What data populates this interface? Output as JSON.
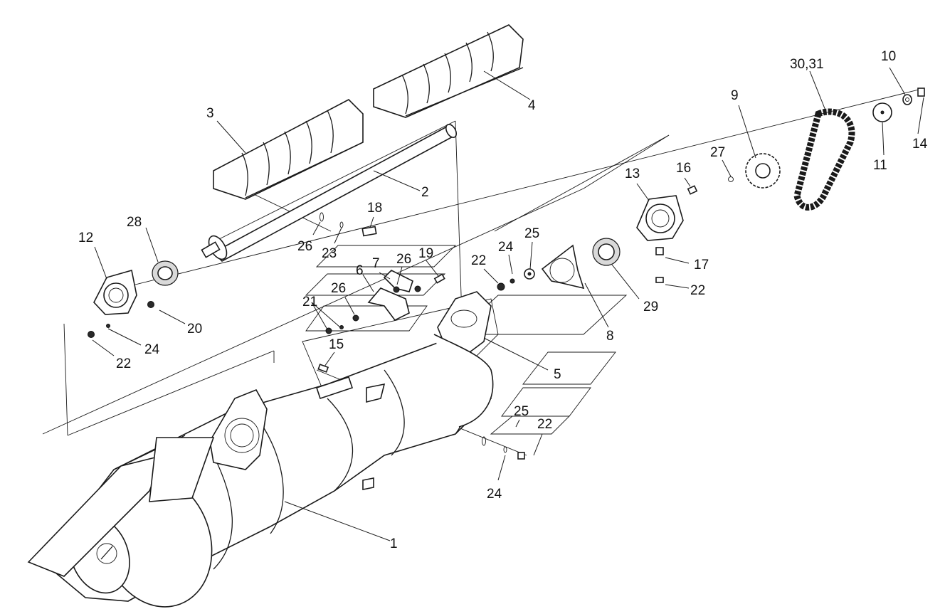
{
  "callouts": [
    {
      "id": "c1",
      "text": "1"
    },
    {
      "id": "c2",
      "text": "2"
    },
    {
      "id": "c3",
      "text": "3"
    },
    {
      "id": "c4",
      "text": "4"
    },
    {
      "id": "c5",
      "text": "5"
    },
    {
      "id": "c6",
      "text": "6"
    },
    {
      "id": "c7",
      "text": "7"
    },
    {
      "id": "c8",
      "text": "8"
    },
    {
      "id": "c9",
      "text": "9"
    },
    {
      "id": "c10",
      "text": "10"
    },
    {
      "id": "c11",
      "text": "11"
    },
    {
      "id": "c12",
      "text": "12"
    },
    {
      "id": "c13",
      "text": "13"
    },
    {
      "id": "c14",
      "text": "14"
    },
    {
      "id": "c15",
      "text": "15"
    },
    {
      "id": "c16",
      "text": "16"
    },
    {
      "id": "c17",
      "text": "17"
    },
    {
      "id": "c18",
      "text": "18"
    },
    {
      "id": "c19",
      "text": "19"
    },
    {
      "id": "c20",
      "text": "20"
    },
    {
      "id": "c21",
      "text": "21"
    },
    {
      "id": "c22a",
      "text": "22"
    },
    {
      "id": "c22b",
      "text": "22"
    },
    {
      "id": "c22c",
      "text": "22"
    },
    {
      "id": "c22d",
      "text": "22"
    },
    {
      "id": "c23",
      "text": "23"
    },
    {
      "id": "c24a",
      "text": "24"
    },
    {
      "id": "c24b",
      "text": "24"
    },
    {
      "id": "c24c",
      "text": "24"
    },
    {
      "id": "c25a",
      "text": "25"
    },
    {
      "id": "c25b",
      "text": "25"
    },
    {
      "id": "c26a",
      "text": "26"
    },
    {
      "id": "c26b",
      "text": "26"
    },
    {
      "id": "c26c",
      "text": "26"
    },
    {
      "id": "c27",
      "text": "27"
    },
    {
      "id": "c28",
      "text": "28"
    },
    {
      "id": "c29",
      "text": "29"
    },
    {
      "id": "c30",
      "text": "30,31"
    }
  ]
}
